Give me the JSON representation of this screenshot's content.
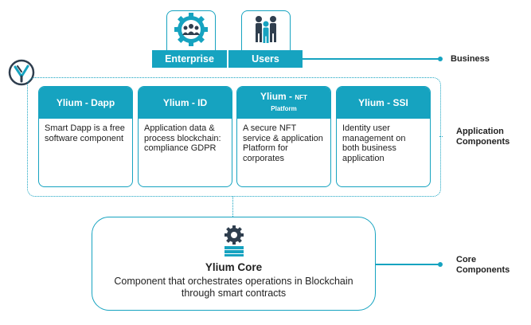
{
  "top": {
    "enterprise_label": "Enterprise",
    "users_label": "Users",
    "business_label": "Business"
  },
  "application": {
    "side_label_line1": "Application",
    "side_label_line2": "Components",
    "cards": [
      {
        "title": "Ylium - Dapp",
        "body": "Smart Dapp is a free software component"
      },
      {
        "title": "Ylium - ID",
        "body": "Application data & process blockchain: compliance GDPR"
      },
      {
        "title_line1": "Ylium - ",
        "title_small": "NFT",
        "title_line2": "Platform",
        "body": "A secure NFT service & application Platform for corporates"
      },
      {
        "title": "Ylium - SSI",
        "body": "Identity user management on both business application"
      }
    ]
  },
  "core": {
    "title": "Ylium Core",
    "description_line1": "Component that orchestrates operations in Blockchain",
    "description_line2": "through smart contracts",
    "side_label_line1": "Core",
    "side_label_line2": "Components"
  },
  "colors": {
    "accent": "#16a3c0",
    "dark_icon": "#2f3e4e"
  },
  "icons": {
    "logo": "ylium-logo-icon",
    "enterprise": "group-gear-icon",
    "users": "people-icon",
    "core": "gear-stack-icon"
  }
}
